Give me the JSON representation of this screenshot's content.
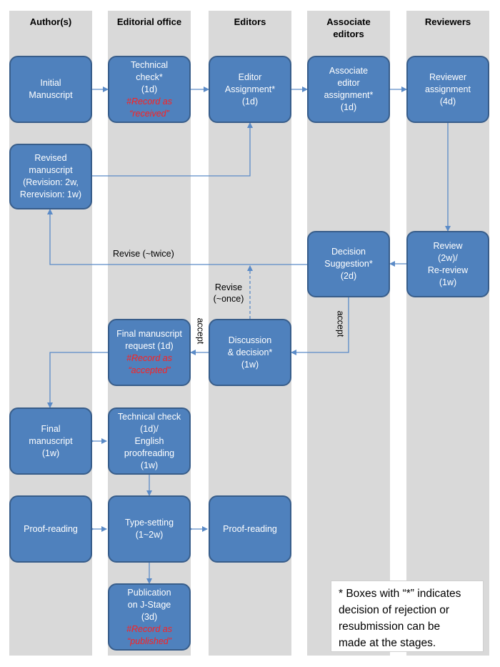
{
  "lanes": [
    {
      "title": [
        "Author(s)"
      ]
    },
    {
      "title": [
        "Editorial office"
      ]
    },
    {
      "title": [
        "Editors"
      ]
    },
    {
      "title": [
        "Associate",
        "editors"
      ]
    },
    {
      "title": [
        "Reviewers"
      ]
    }
  ],
  "boxes": {
    "initial_manuscript": {
      "lines": [
        "Initial",
        "Manuscript"
      ]
    },
    "technical_check": {
      "lines": [
        "Technical",
        "check*",
        "(1d)"
      ],
      "record": [
        "#Record as",
        "“received”"
      ]
    },
    "editor_assignment": {
      "lines": [
        "Editor",
        "Assignment*",
        "(1d)"
      ]
    },
    "associate_editor_assignment": {
      "lines": [
        "Associate",
        "editor",
        "assignment*",
        "(1d)"
      ]
    },
    "reviewer_assignment": {
      "lines": [
        "Reviewer",
        "assignment",
        "(4d)"
      ]
    },
    "revised_manuscript": {
      "lines": [
        "Revised",
        "manuscript",
        "(Revision: 2w,",
        "Rerevision: 1w)"
      ]
    },
    "decision_suggestion": {
      "lines": [
        "Decision",
        "Suggestion*",
        "(2d)"
      ]
    },
    "review": {
      "lines": [
        "Review",
        "(2w)/",
        "Re-review",
        "(1w)"
      ]
    },
    "final_manuscript_request": {
      "lines": [
        "Final manuscript",
        "request (1d)"
      ],
      "record": [
        "#Record as",
        "“accepted”"
      ]
    },
    "discussion_decision": {
      "lines": [
        "Discussion",
        "& decision*",
        "(1w)"
      ]
    },
    "final_manuscript": {
      "lines": [
        "Final",
        "manuscript",
        "(1w)"
      ]
    },
    "technical_check_english": {
      "lines": [
        "Technical check",
        "(1d)/",
        "English",
        "proofreading",
        "(1w)"
      ]
    },
    "proof_reading_author": {
      "lines": [
        "Proof-reading"
      ]
    },
    "type_setting": {
      "lines": [
        "Type-setting",
        "(1~2w)"
      ]
    },
    "proof_reading_editor": {
      "lines": [
        "Proof-reading"
      ]
    },
    "publication": {
      "lines": [
        "Publication",
        "on J-Stage",
        "(3d)"
      ],
      "record": [
        "#Record as",
        "“published”"
      ]
    }
  },
  "labels": {
    "revise_twice": "Revise (~twice)",
    "revise_once_1": "Revise",
    "revise_once_2": "(~once)",
    "accept_1": "accept",
    "accept_2": "accept"
  },
  "note": {
    "line1": "* Boxes with “*” indicates",
    "line2": "decision of rejection or",
    "line3": "resubmission can be",
    "line4": "made at the stages."
  },
  "colors": {
    "box_fill": "#4f81bd",
    "box_border": "#385d8a",
    "lane_bg": "#d9d9d9",
    "record_text": "#ff2020",
    "arrow": "#5b8bc7"
  }
}
